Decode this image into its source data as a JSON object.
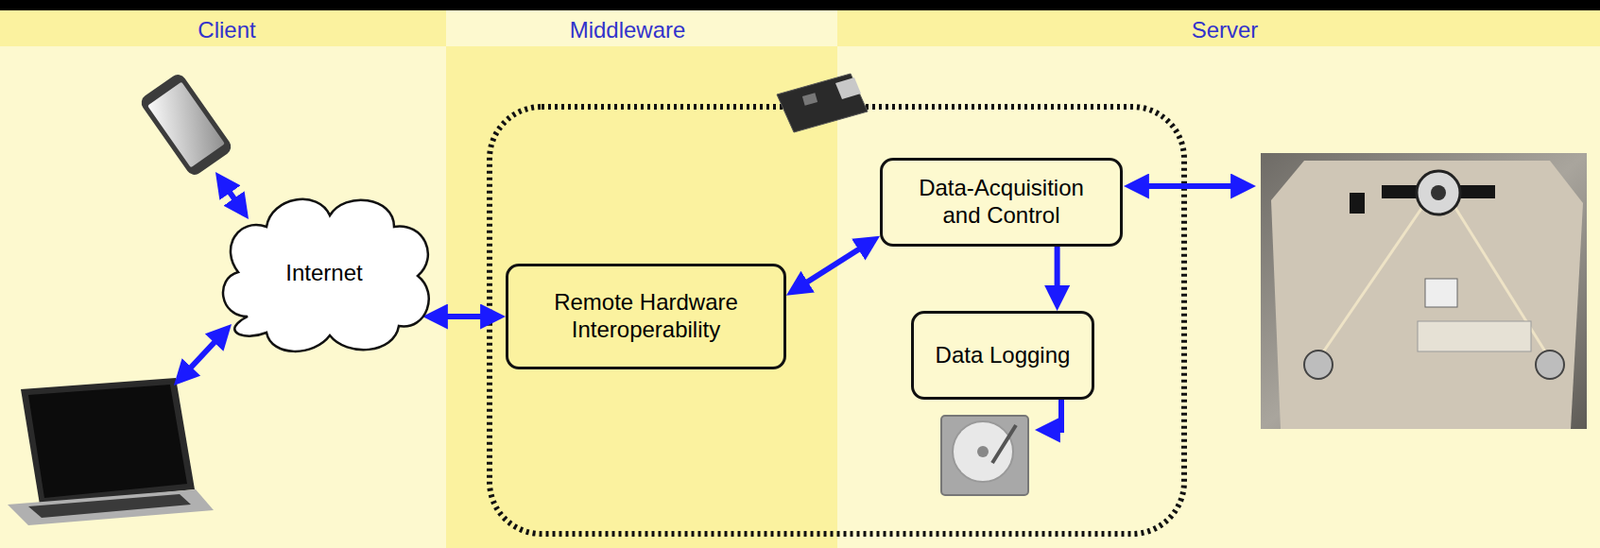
{
  "diagram": {
    "nodes": [
      {
        "text": [
          "Internet"
        ]
      },
      {
        "text": [
          "Remote Hardware Interoperability"
        ]
      },
      {
        "text": [
          "Data-Acquisition and Control"
        ]
      },
      {
        "text": [
          "Data Logging"
        ]
      }
    ],
    "edges": [
      {
        "from": 0,
        "to": 1,
        "arrow": "both"
      },
      {
        "from": 1,
        "to": 2,
        "arrow": "both"
      },
      {
        "from": 2,
        "to": 3,
        "arrow": "to"
      }
    ],
    "labels": [
      "Client",
      "Middleware",
      "Server"
    ]
  }
}
